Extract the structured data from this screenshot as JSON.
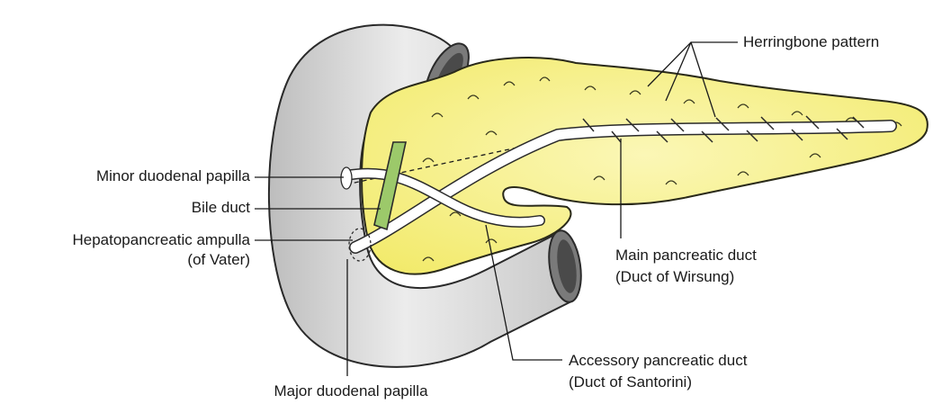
{
  "labels": {
    "minor_papilla": "Minor duodenal papilla",
    "bile_duct": "Bile duct",
    "ampulla_1": "Hepatopancreatic ampulla",
    "ampulla_2": "(of Vater)",
    "major_papilla": "Major duodenal papilla",
    "herringbone": "Herringbone pattern",
    "main_duct_1": "Main pancreatic duct",
    "main_duct_2": "(Duct of Wirsung)",
    "accessory_duct_1": "Accessory pancreatic duct",
    "accessory_duct_2": "(Duct of Santorini)"
  },
  "colors": {
    "pancreas_fill": "#f6f08a",
    "pancreas_edge": "#2a2a1a",
    "duodenum_fill": "#dcdcdc",
    "duodenum_edge": "#2a2a2a",
    "duct_fill": "#ffffff",
    "bile_duct_fill": "#9cc96a",
    "leader_line": "#1a1a1a"
  }
}
